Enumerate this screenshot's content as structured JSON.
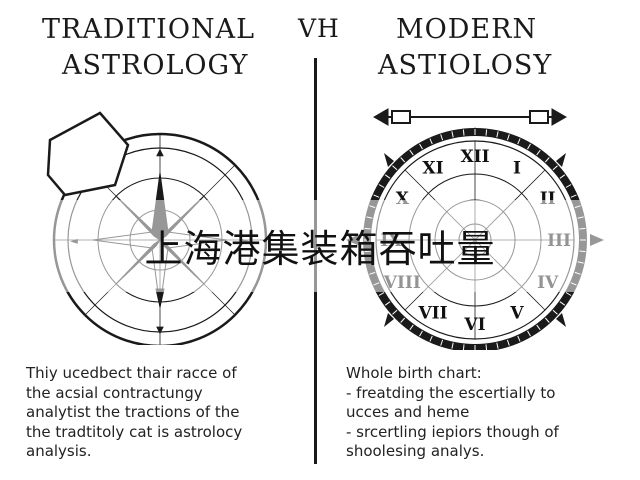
{
  "header": {
    "left_line1": "TRADITIONAL",
    "left_line2": "ASTROLOGY",
    "vs": "VH",
    "right_line1": "MODERN",
    "right_line2": "ASTIOLOSY"
  },
  "watermark": "上海港集装箱吞吐量",
  "left_text": "Thiy ucedbect thair racce of\nthe acsial contractungy\nanalytist the tractions of the\nthe tradtitoly cat is astrolocy\nanalysis.",
  "right_text": "Whole birth chart:\n- freatding the escertially to\nucces and heme\n- srcertling iepiors though of\nshoolesing analys.",
  "right_wheel": {
    "numerals": [
      "XII",
      "I",
      "II",
      "III",
      "IV",
      "V",
      "VI",
      "VII",
      "VIII",
      "IX",
      "X",
      "XI"
    ]
  },
  "colors": {
    "ink": "#111111",
    "background": "#ffffff"
  }
}
